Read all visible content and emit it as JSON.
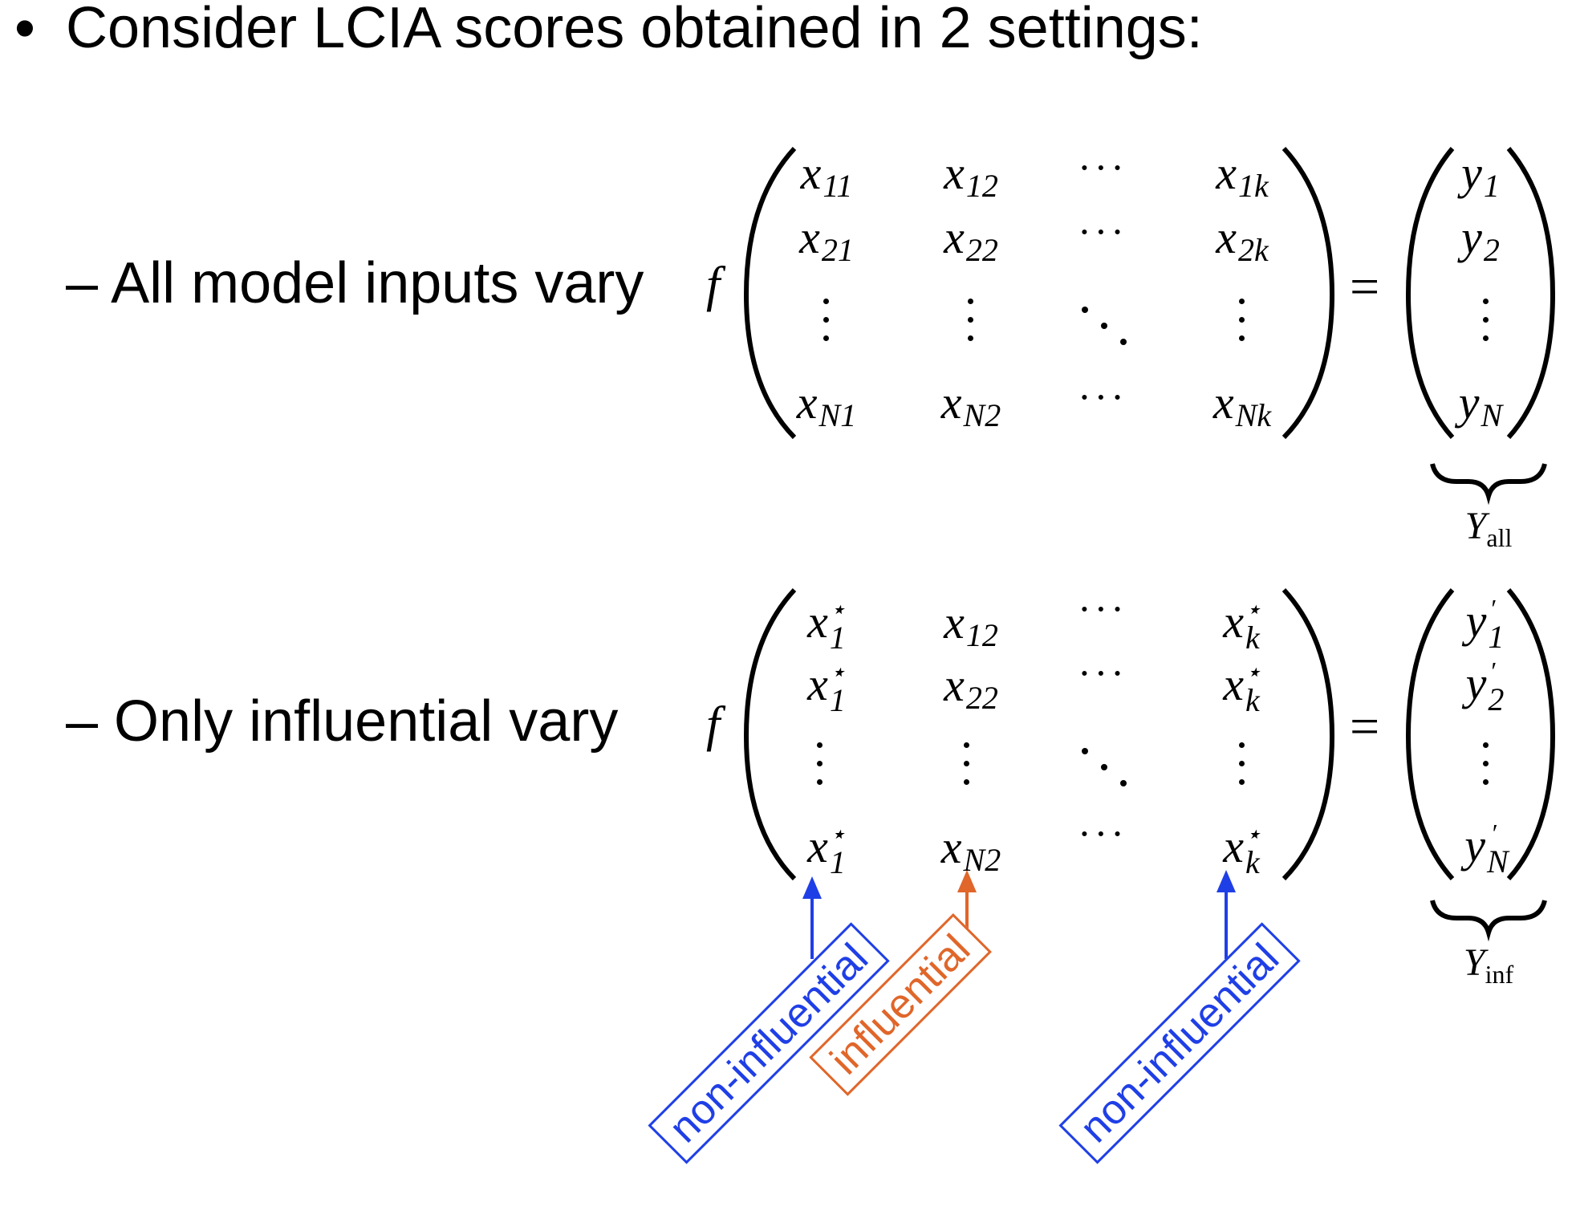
{
  "bullet": "•",
  "heading": "Consider LCIA scores obtained in 2 settings:",
  "setting1": "– All model inputs vary",
  "setting2": "– Only influential vary",
  "f_symbol": "f",
  "equals": "=",
  "matrix1": {
    "rows": [
      [
        "x",
        "11",
        "x",
        "12",
        "x",
        "1k"
      ],
      [
        "x",
        "21",
        "x",
        "22",
        "x",
        "2k"
      ],
      [
        "x",
        "N1",
        "x",
        "N2",
        "x",
        "Nk"
      ]
    ]
  },
  "vector1": {
    "y1": [
      "y",
      "1"
    ],
    "y2": [
      "y",
      "2"
    ],
    "yN": [
      "y",
      "N"
    ],
    "label": "Y",
    "label_sub": "all"
  },
  "matrix2": {
    "col2": [
      [
        "x",
        "12"
      ],
      [
        "x",
        "22"
      ],
      [
        "x",
        "N2"
      ]
    ]
  },
  "vector2": {
    "label": "Y",
    "label_sub": "inf"
  },
  "tags": {
    "left": "non-influential",
    "middle": "influential",
    "right": "non-influential"
  },
  "colors": {
    "non_influential": "#1f3fe6",
    "influential": "#e0662a"
  }
}
